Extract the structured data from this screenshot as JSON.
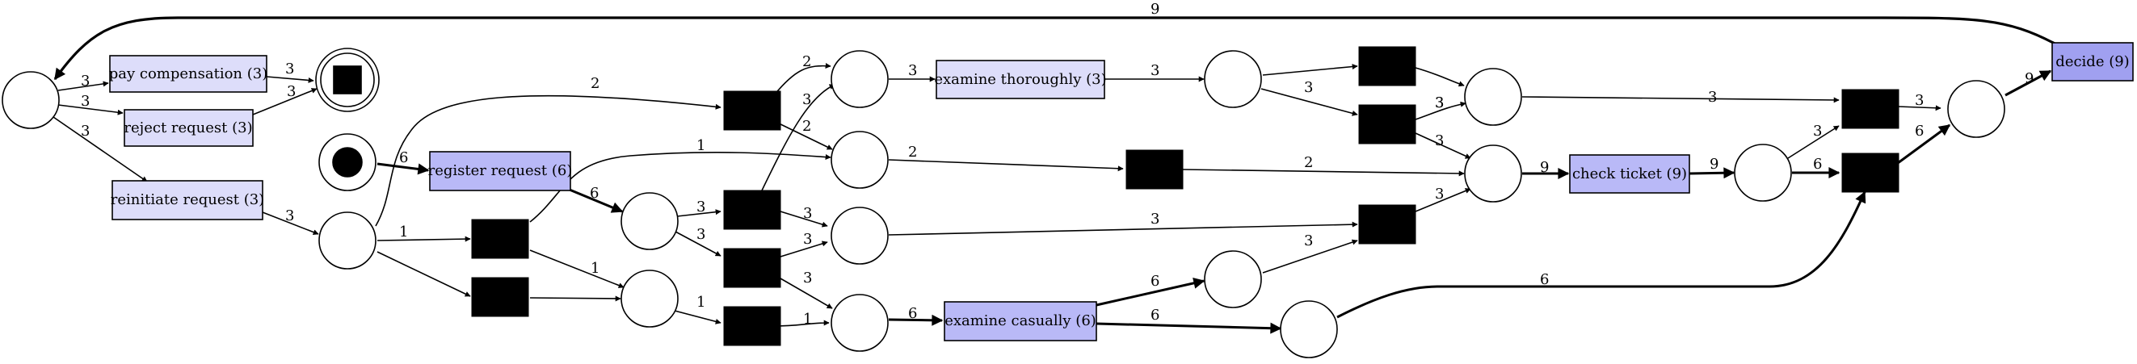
{
  "diagram": {
    "type": "petri-net",
    "colors": {
      "activity_light": "#DDDDFA",
      "activity_mid": "#B9B9F7",
      "activity_dark": "#A0A0F0",
      "silent": "#000000",
      "place_fill": "#FFFFFF",
      "stroke": "#000000"
    },
    "activities": {
      "pay_compensation": "pay compensation (3)",
      "reject_request": "reject request (3)",
      "reinitiate_request": "reinitiate request (3)",
      "register_request": "register request (6)",
      "examine_thoroughly": "examine thoroughly (3)",
      "check_ticket": "check ticket (9)",
      "examine_casually": "examine casually (6)",
      "decide": "decide (9)"
    },
    "edge_labels": {
      "e_decide_p0": "9",
      "e_p0_pay": "3",
      "e_p0_reject": "3",
      "e_p0_reinit": "3",
      "e_pay_end": "3",
      "e_reject_end": "3",
      "e_reinit_p1": "3",
      "e_start_reg": "6",
      "e_p1_t1": "2",
      "e_p1_t2": "1",
      "e_reg_p2": "6",
      "e_t2_p4": "1",
      "e_t2_p3": "1",
      "e_t1_p5": "2",
      "e_t1_p6": "2",
      "e_p2_t4": "3",
      "e_p2_t5": "3",
      "e_t4_p5": "3",
      "e_t4_p7": "3",
      "e_t5_p7": "3",
      "e_t5_p8": "3",
      "e_p3_t6": "1",
      "e_t6_p8": "1",
      "e_p5_et": "3",
      "e_et_p9": "3",
      "e_p9_t8": "3",
      "e_p6_t9": "2",
      "e_p7_t10": "3",
      "e_p8_ec": "6",
      "e_ec_p10": "6",
      "e_ec_p11": "6",
      "e_p10_t10": "3",
      "e_t7_p12": "3",
      "e_t8_p12": "3",
      "e_t8_p13": "3",
      "e_t9_p13": "2",
      "e_t10_p13": "3",
      "e_p12_t11": "3",
      "e_p13_ct": "9",
      "e_ct_p14": "9",
      "e_p14_t11": "3",
      "e_p14_t12": "6",
      "e_p11_t12": "6",
      "e_t11_p15": "3",
      "e_t12_p15": "6",
      "e_p15_decide": "9"
    }
  }
}
